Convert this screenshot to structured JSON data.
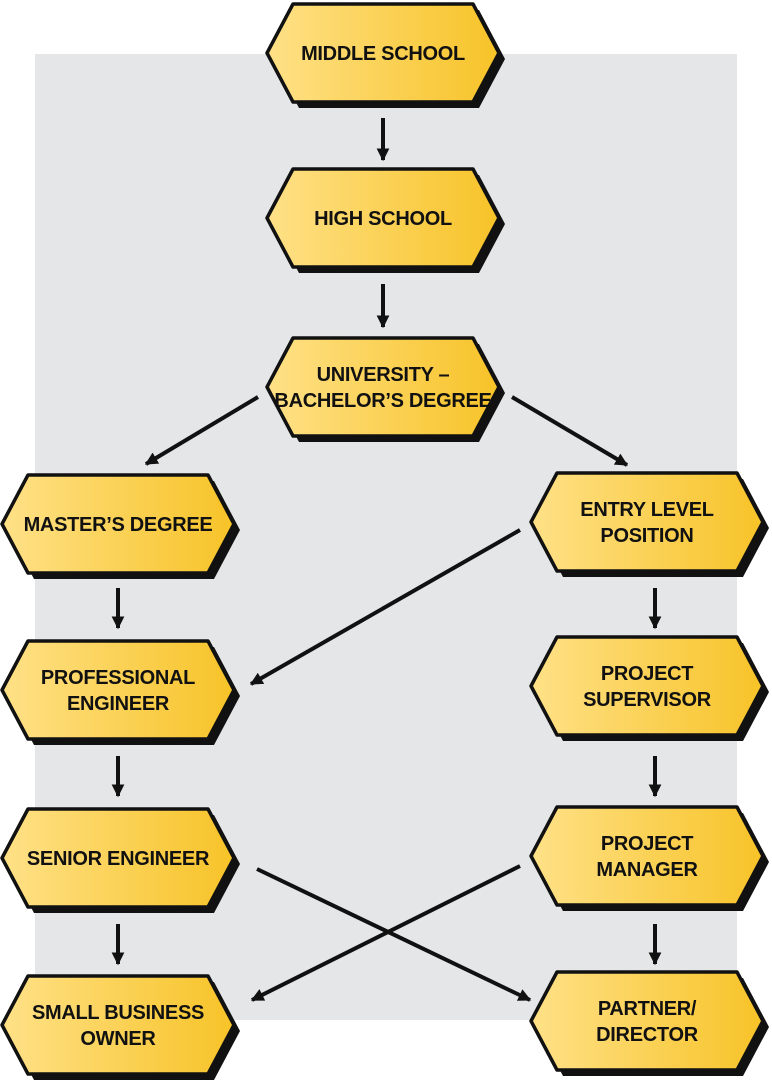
{
  "colors": {
    "background_panel": "#e5e6e8",
    "node_fill_light": "#ffe187",
    "node_fill_dark": "#f7c328",
    "node_stroke": "#111111",
    "node_shadow": "#111111",
    "arrow": "#111111"
  },
  "nodes": [
    {
      "id": "middle_school",
      "lines": [
        "MIDDLE SCHOOL"
      ]
    },
    {
      "id": "high_school",
      "lines": [
        "HIGH SCHOOL"
      ]
    },
    {
      "id": "university",
      "lines": [
        "UNIVERSITY –",
        "BACHELOR’S DEGREE"
      ]
    },
    {
      "id": "masters_degree",
      "lines": [
        "MASTER’S DEGREE"
      ]
    },
    {
      "id": "entry_level_position",
      "lines": [
        "ENTRY LEVEL",
        "POSITION"
      ]
    },
    {
      "id": "professional_engineer",
      "lines": [
        "PROFESSIONAL",
        "ENGINEER"
      ]
    },
    {
      "id": "project_supervisor",
      "lines": [
        "PROJECT",
        "SUPERVISOR"
      ]
    },
    {
      "id": "senior_engineer",
      "lines": [
        "SENIOR ENGINEER"
      ]
    },
    {
      "id": "project_manager",
      "lines": [
        "PROJECT",
        "MANAGER"
      ]
    },
    {
      "id": "small_business_owner",
      "lines": [
        "SMALL BUSINESS",
        "OWNER"
      ]
    },
    {
      "id": "partner_director",
      "lines": [
        "PARTNER/",
        "DIRECTOR"
      ]
    }
  ],
  "edges": [
    {
      "from": "middle_school",
      "to": "high_school"
    },
    {
      "from": "high_school",
      "to": "university"
    },
    {
      "from": "university",
      "to": "masters_degree"
    },
    {
      "from": "university",
      "to": "entry_level_position"
    },
    {
      "from": "masters_degree",
      "to": "professional_engineer"
    },
    {
      "from": "entry_level_position",
      "to": "professional_engineer"
    },
    {
      "from": "entry_level_position",
      "to": "project_supervisor"
    },
    {
      "from": "professional_engineer",
      "to": "senior_engineer"
    },
    {
      "from": "project_supervisor",
      "to": "project_manager"
    },
    {
      "from": "senior_engineer",
      "to": "small_business_owner"
    },
    {
      "from": "senior_engineer",
      "to": "partner_director"
    },
    {
      "from": "project_manager",
      "to": "small_business_owner"
    },
    {
      "from": "project_manager",
      "to": "partner_director"
    }
  ]
}
